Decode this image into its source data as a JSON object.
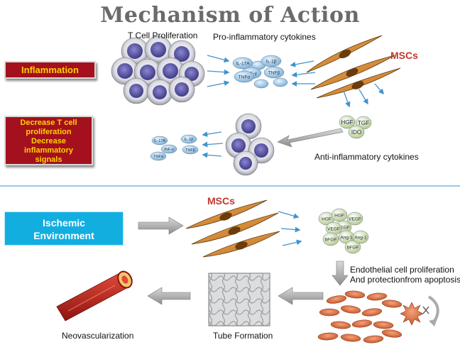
{
  "title": "Mechanism of Action",
  "top": {
    "t_cell_label": "T Cell Proliferation",
    "cytokine_label": "Pro-inflammatory cytokines",
    "mscs_label": "MSCs",
    "inflammation_box": "Inflammation",
    "decrease_box": [
      "Decrease T cell",
      "proliferation",
      "Decrease",
      "inflammatory",
      "signals"
    ],
    "anti_label": "Anti-inflammatory cytokines",
    "pro_cytokines": [
      "IL-17A",
      "INF-γ",
      "IL-1β",
      "TNFβ",
      "TNFα"
    ],
    "anti_cytokines": [
      "HGF",
      "TGF",
      "IDO"
    ],
    "reduced_cytokines": [
      "IL-17A",
      "INF-γ",
      "IL-1β",
      "TNFβ",
      "TNFα"
    ]
  },
  "bottom": {
    "ischemic_box": [
      "Ischemic",
      "Environment"
    ],
    "mscs_label": "MSCs",
    "growth_factors": [
      "HGF",
      "HGF",
      "VEGF",
      "VEGF",
      "VEGF",
      "bFGF",
      "Ang-1",
      "bFGF",
      "Ang-1"
    ],
    "endothelial_label": [
      "Endothelial cell proliferation",
      "And protectionfrom apoptosis"
    ],
    "tube_label": "Tube Formation",
    "neo_label": "Neovascularization"
  },
  "colors": {
    "red_box": "#a4101d",
    "yellow_text": "#ffd200",
    "blue_box": "#13aee0",
    "msc_text": "#c0392b",
    "divider": "#5aa6d6",
    "t_cell_core": "#5e5aa8",
    "msc_cell": "#d98a2b",
    "endothelial": "#e07a4a"
  }
}
